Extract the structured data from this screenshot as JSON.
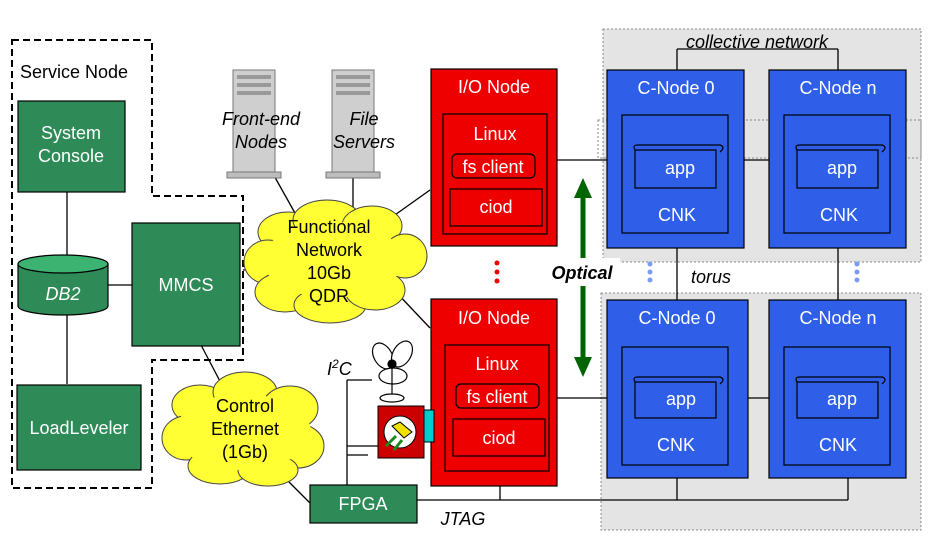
{
  "service_node": {
    "title": "Service Node",
    "system_console": [
      "System",
      "Console"
    ],
    "db": "DB2",
    "loadleveler": "LoadLeveler",
    "mmcs": "MMCS"
  },
  "servers": {
    "frontend": [
      "Front-end",
      "Nodes"
    ],
    "fileservers": [
      "File",
      "Servers"
    ]
  },
  "functional_network": [
    "Functional",
    "Network",
    "10Gb",
    "QDR"
  ],
  "control_ethernet": [
    "Control",
    "Ethernet",
    "(1Gb)"
  ],
  "io_nodes": [
    {
      "title": "I/O Node",
      "os": "Linux",
      "fs": "fs client",
      "daemon": "ciod"
    },
    {
      "title": "I/O Node",
      "os": "Linux",
      "fs": "fs client",
      "daemon": "ciod"
    }
  ],
  "compute_nodes": [
    {
      "title": "C-Node 0",
      "app": "app",
      "kernel": "CNK"
    },
    {
      "title": "C-Node n",
      "app": "app",
      "kernel": "CNK"
    },
    {
      "title": "C-Node 0",
      "app": "app",
      "kernel": "CNK"
    },
    {
      "title": "C-Node n",
      "app": "app",
      "kernel": "CNK"
    }
  ],
  "labels": {
    "collective": "collective network",
    "torus": "torus",
    "optical": "Optical",
    "i2c": "I",
    "i2c_sup": "2",
    "i2c_tail": "C",
    "fpga": "FPGA",
    "jtag": "JTAG"
  },
  "colors": {
    "green_box": "#2e8b57",
    "red_box": "#ee0000",
    "blue_box": "#2f5fe8",
    "cloud": "#ffff33",
    "arrow": "#006400"
  }
}
